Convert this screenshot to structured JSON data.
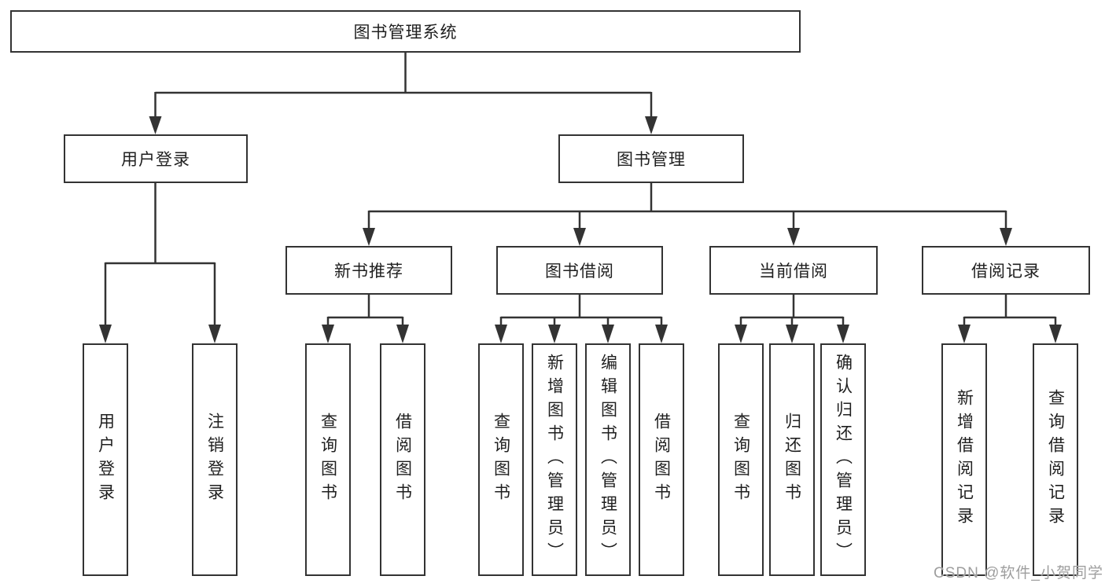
{
  "diagram": {
    "type": "hierarchy-tree",
    "title": "图书管理系统",
    "colors": {
      "line": "#333333",
      "box_border": "#333333",
      "box_fill": "#ffffff",
      "text": "#1f1f1f",
      "watermark": "#9e9e9e"
    },
    "tree": {
      "root": "图书管理系统",
      "user_login": {
        "label": "用户登录",
        "children": [
          "用户登录",
          "注销登录"
        ]
      },
      "book_management": {
        "label": "图书管理",
        "sections": {
          "new_book_recommend": {
            "label": "新书推荐",
            "children": [
              "查询图书",
              "借阅图书"
            ]
          },
          "book_borrow": {
            "label": "图书借阅",
            "children": [
              "查询图书",
              "新增图书（管理员）",
              "编辑图书（管理员）",
              "借阅图书"
            ]
          },
          "current_borrow": {
            "label": "当前借阅",
            "children": [
              "查询图书",
              "归还图书",
              "确认归还（管理员）"
            ]
          },
          "borrow_records": {
            "label": "借阅记录",
            "children": [
              "新增借阅记录",
              "查询借阅记录"
            ]
          }
        }
      }
    }
  },
  "watermark": "CSDN @软件_小贺同学"
}
